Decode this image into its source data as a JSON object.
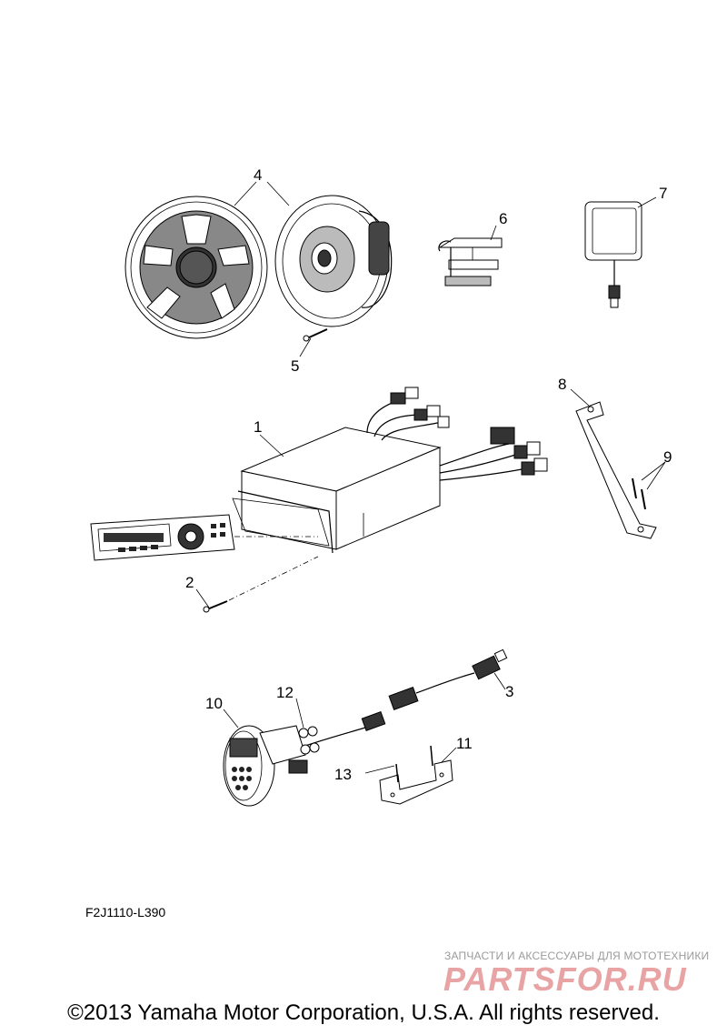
{
  "diagram": {
    "callouts": [
      "1",
      "2",
      "3",
      "4",
      "5",
      "6",
      "7",
      "8",
      "9",
      "10",
      "11",
      "12",
      "13"
    ],
    "drawing_code": "F2J1110-L390"
  },
  "watermark": {
    "tagline": "ЗАПЧАСТИ И АКСЕССУАРЫ ДЛЯ МОТОТЕХНИКИ",
    "logo": "PARTSFOR.RU"
  },
  "footer": {
    "copyright": "©2013 Yamaha Motor Corporation, U.S.A. All rights reserved."
  }
}
